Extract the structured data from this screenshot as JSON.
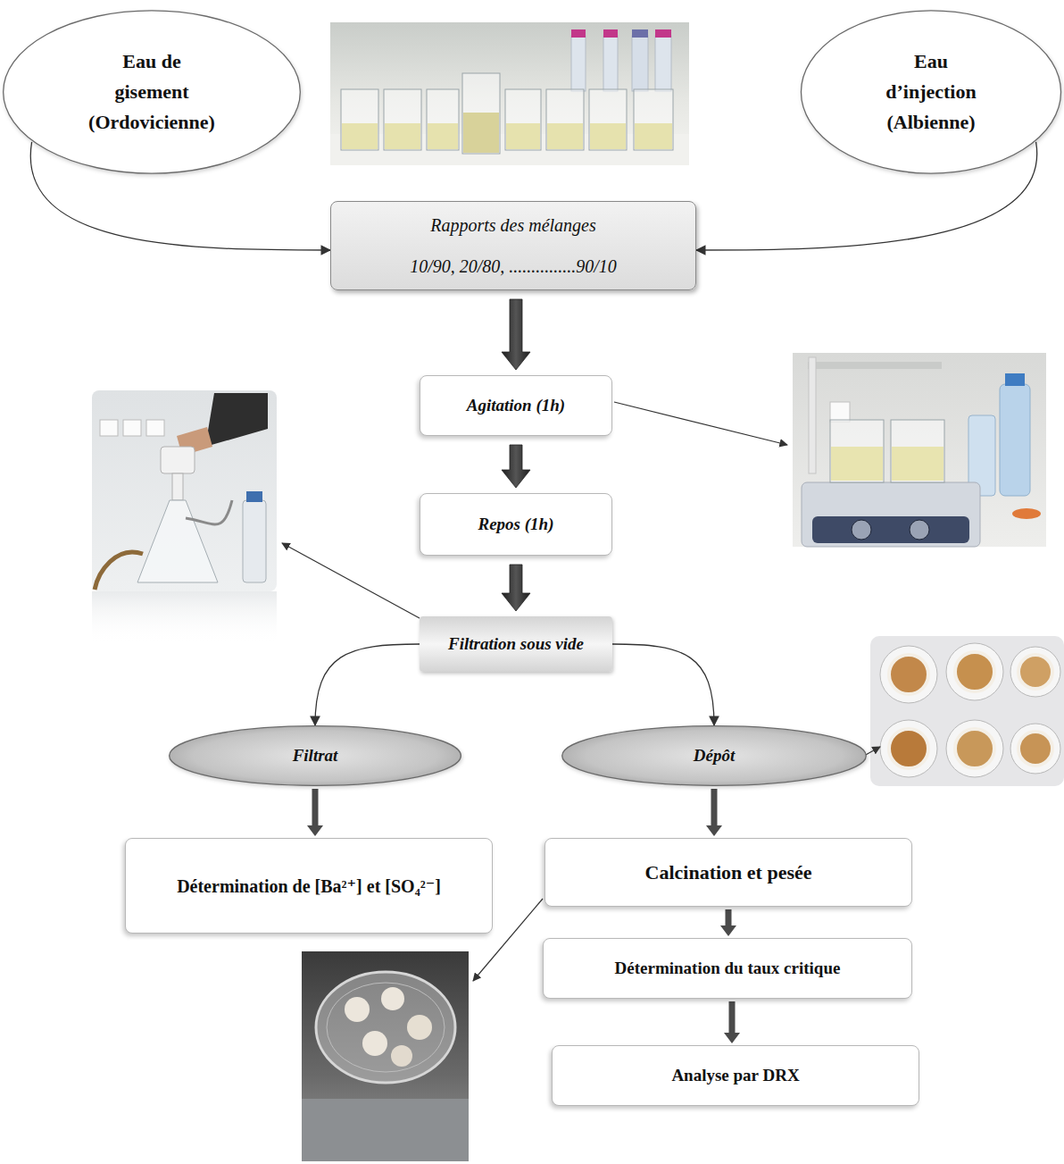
{
  "diagram": {
    "nodes": [
      {
        "text": [
          "Eau de gisement (Ordovicienne)"
        ]
      },
      {
        "text": [
          "Eau d’injection (Albienne)"
        ]
      },
      {
        "text": [
          "Rapports des mélanges",
          "10/90, 20/80, ...............90/10"
        ]
      },
      {
        "text": [
          "Agitation (1h)"
        ]
      },
      {
        "text": [
          "Repos (1h)"
        ]
      },
      {
        "text": [
          "Filtration sous vide"
        ]
      },
      {
        "text": [
          "Filtrat"
        ]
      },
      {
        "text": [
          "Dépôt"
        ]
      },
      {
        "text": [
          "Détermination de [Ba²⁺] et [SO₄²⁻]"
        ]
      },
      {
        "text": [
          "Calcination et pesée"
        ]
      },
      {
        "text": [
          "Détermination du taux critique"
        ]
      },
      {
        "text": [
          "Analyse par DRX"
        ]
      }
    ],
    "edges": [
      {
        "from": 0,
        "to": 2,
        "arrow": "to"
      },
      {
        "from": 1,
        "to": 2,
        "arrow": "to"
      },
      {
        "from": 2,
        "to": 3,
        "arrow": "to"
      },
      {
        "from": 3,
        "to": 4,
        "arrow": "to"
      },
      {
        "from": 4,
        "to": 5,
        "arrow": "to"
      },
      {
        "from": 5,
        "to": 6,
        "arrow": "to"
      },
      {
        "from": 5,
        "to": 7,
        "arrow": "to"
      },
      {
        "from": 6,
        "to": 8,
        "arrow": "to"
      },
      {
        "from": 7,
        "to": 9,
        "arrow": "to"
      },
      {
        "from": 9,
        "to": 10,
        "arrow": "to"
      },
      {
        "from": 10,
        "to": 11,
        "arrow": "to"
      }
    ]
  }
}
